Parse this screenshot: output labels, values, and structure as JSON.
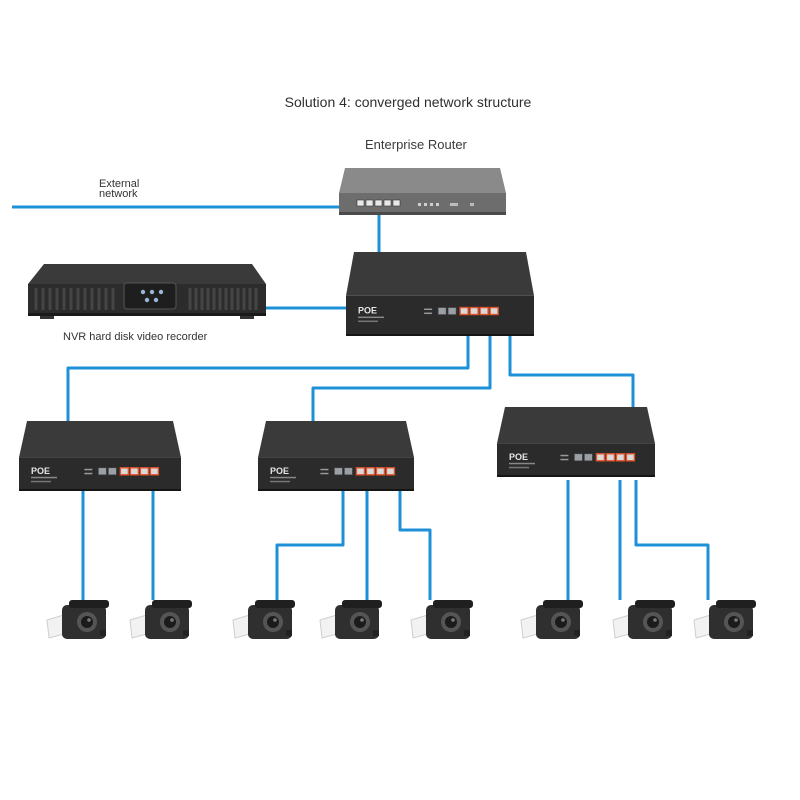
{
  "title": "Solution 4: converged network structure",
  "router": {
    "label": "Enterprise Router",
    "icon": "router-icon"
  },
  "external": {
    "line1": "External",
    "line2": "network"
  },
  "nvr": {
    "label": "NVR hard disk video recorder",
    "icon": "nvr-icon"
  },
  "main_switch": {
    "brand": "POE",
    "icon": "poe-switch-icon"
  },
  "sub_switches": [
    {
      "brand": "POE",
      "icon": "poe-switch-icon"
    },
    {
      "brand": "POE",
      "icon": "poe-switch-icon"
    },
    {
      "brand": "POE",
      "icon": "poe-switch-icon"
    }
  ],
  "cameras": [
    {
      "icon": "bullet-camera-icon"
    },
    {
      "icon": "bullet-camera-icon"
    },
    {
      "icon": "bullet-camera-icon"
    },
    {
      "icon": "bullet-camera-icon"
    },
    {
      "icon": "bullet-camera-icon"
    },
    {
      "icon": "bullet-camera-icon"
    },
    {
      "icon": "bullet-camera-icon"
    },
    {
      "icon": "bullet-camera-icon"
    }
  ],
  "colors": {
    "cable": "#1e90d8",
    "device_dark": "#2b2b2b",
    "router_gray": "#6d6d6d",
    "poe_port": "#e2532b",
    "uplink_port": "#9aa0a6"
  }
}
